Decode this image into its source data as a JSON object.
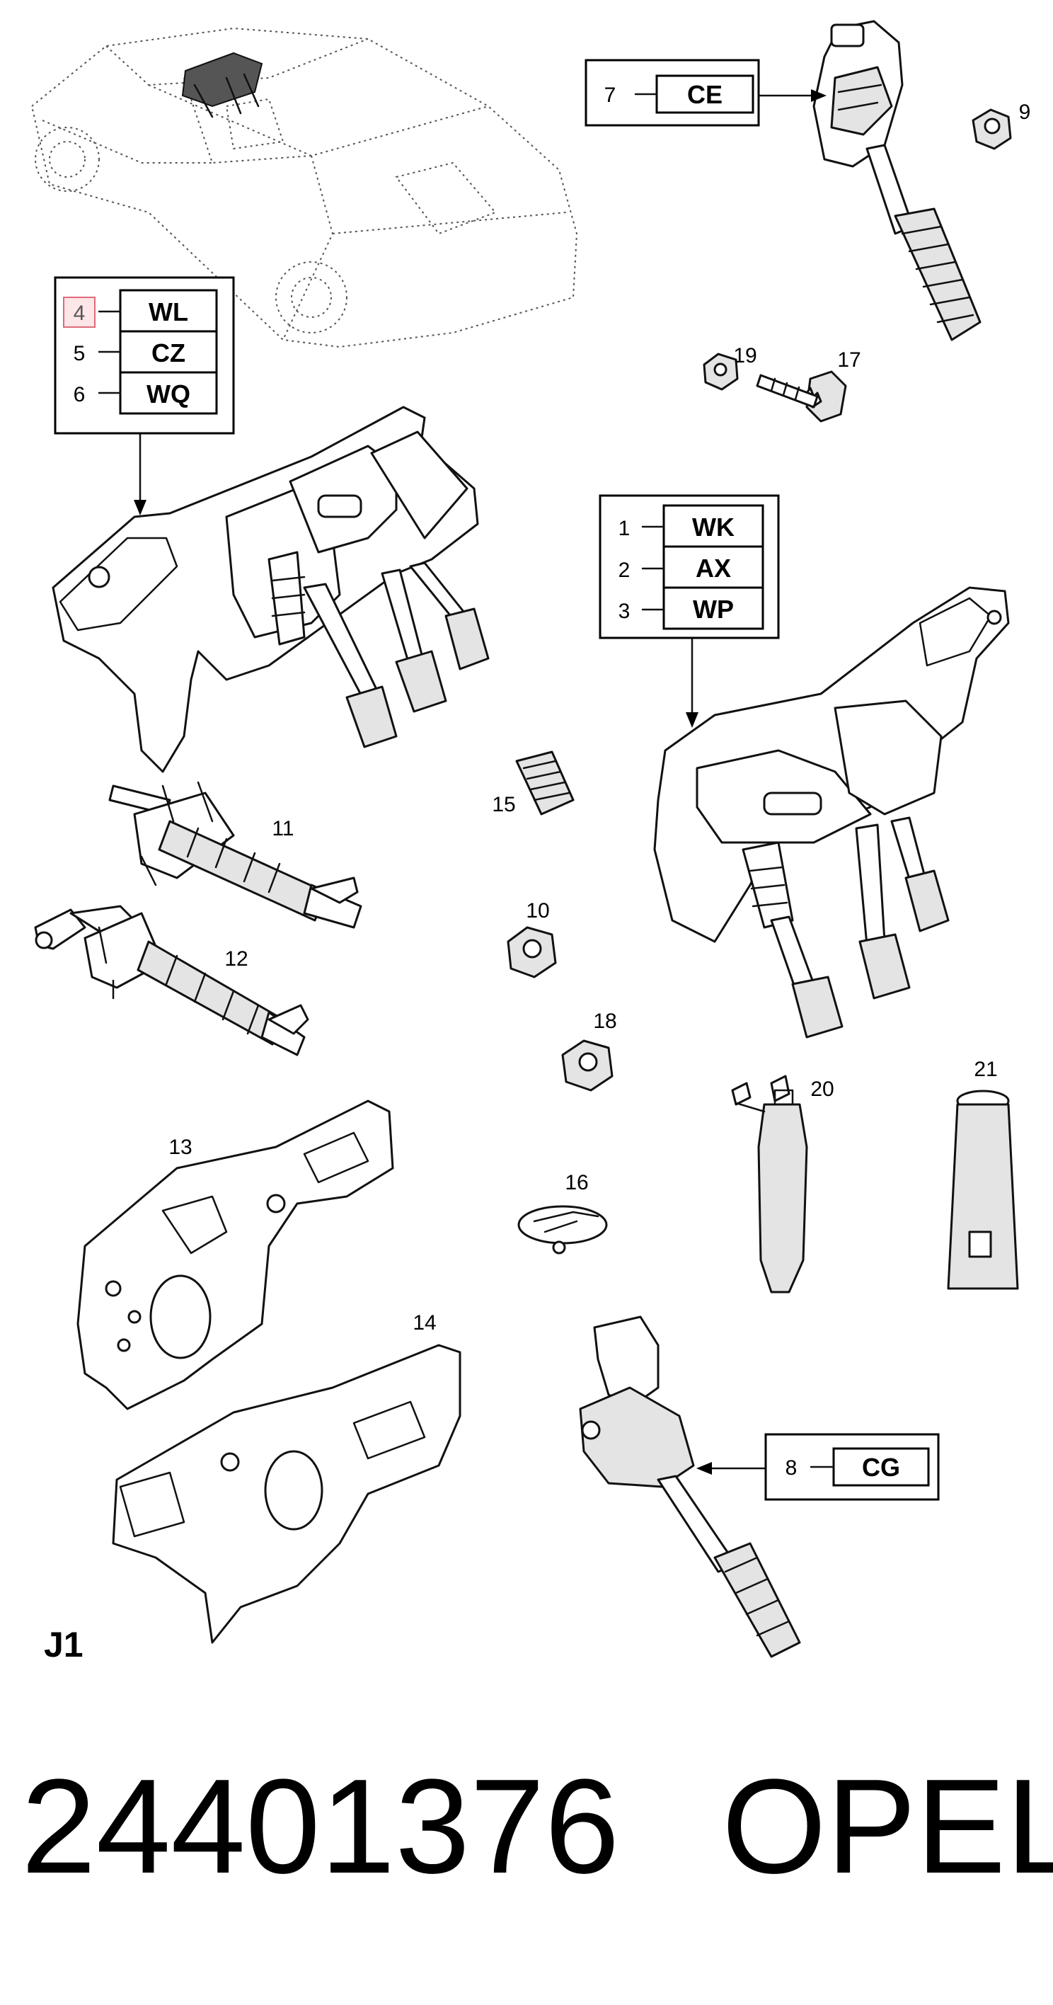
{
  "sheet_label": "J1",
  "footer": {
    "part_number": "24401376",
    "brand": "OPEL"
  },
  "callout_groups": {
    "group_a": [
      {
        "num": "7",
        "code": "CE"
      }
    ],
    "group_b": [
      {
        "num": "4",
        "code": "WL"
      },
      {
        "num": "5",
        "code": "CZ"
      },
      {
        "num": "6",
        "code": "WQ"
      }
    ],
    "group_c": [
      {
        "num": "1",
        "code": "WK"
      },
      {
        "num": "2",
        "code": "AX"
      },
      {
        "num": "3",
        "code": "WP"
      }
    ],
    "group_d": [
      {
        "num": "8",
        "code": "CG"
      }
    ]
  },
  "part_numbers": {
    "p9": "9",
    "p10": "10",
    "p11": "11",
    "p12": "12",
    "p13": "13",
    "p14": "14",
    "p15": "15",
    "p16": "16",
    "p17": "17",
    "p18": "18",
    "p19": "19",
    "p20": "20",
    "p21": "21"
  },
  "highlight": {
    "item": "4",
    "color": "#e06a7a"
  },
  "components": [
    "vehicle-outline",
    "accelerator-pedal-upper",
    "nut-9",
    "nut-19",
    "bolt-17",
    "pedal-box-left",
    "pedal-box-right",
    "clutch-cylinder-11",
    "clutch-cylinder-12",
    "pedal-pad-15",
    "nut-10",
    "nut-18",
    "clip-16",
    "insulator-13",
    "insulator-14",
    "grease-cartridge-20",
    "grease-tube-21",
    "accelerator-pedal-lower"
  ]
}
